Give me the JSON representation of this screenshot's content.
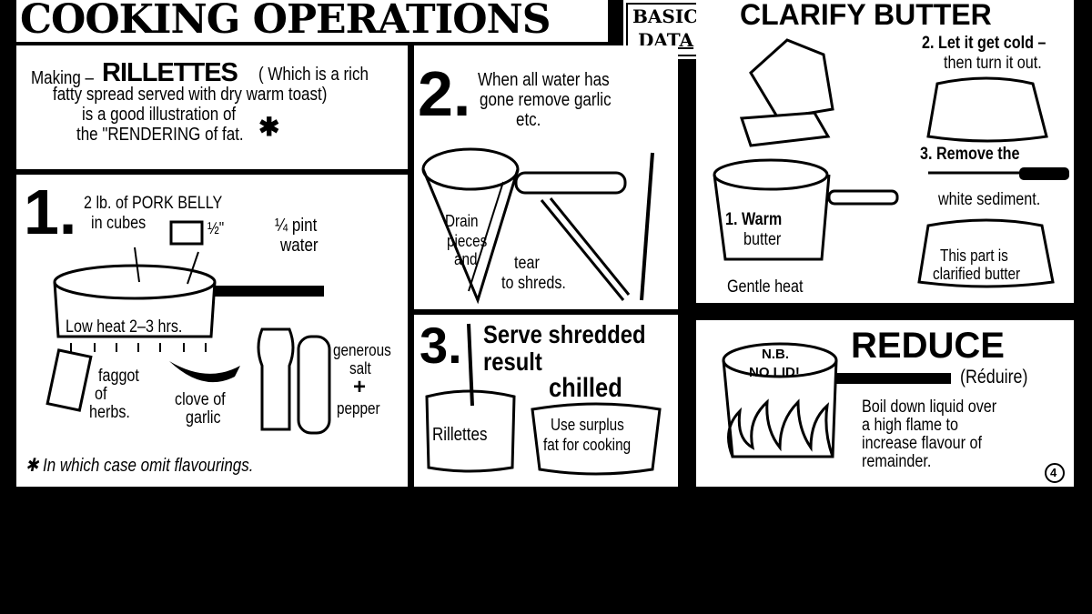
{
  "header": {
    "title": "COOKING OPERATIONS",
    "badge_line1": "BASIC",
    "badge_line2": "DATA"
  },
  "intro": {
    "making": "Making –",
    "rillettes": "RILLETTES",
    "line1_rest": "( Which is a rich",
    "line2": "fatty spread served with dry warm toast)",
    "line3": "is a good illustration of",
    "line4": "the \"RENDERING of fat.",
    "asterisk": "✱"
  },
  "step1": {
    "number": "1.",
    "pork": "2 lb. of PORK BELLY",
    "cubes": "in cubes",
    "size": "½\"",
    "water1": "¼ pint",
    "water2": "water",
    "heat": "Low heat 2–3 hrs.",
    "faggot1": "faggot",
    "faggot2": "of",
    "faggot3": "herbs.",
    "garlic1": "clove of",
    "garlic2": "garlic",
    "salt1": "generous",
    "salt2": "salt",
    "plus": "+",
    "salt3": "pepper",
    "footnote": "✱ In which case omit flavourings."
  },
  "step2": {
    "number": "2.",
    "line1": "When all water has",
    "line2": "gone remove garlic",
    "line3": "etc.",
    "drain1": "Drain",
    "drain2": "pieces",
    "drain3": "and",
    "tear1": "tear",
    "tear2": "to shreds."
  },
  "step3": {
    "number": "3.",
    "line1": "Serve shredded",
    "line2": "result",
    "line3": "chilled",
    "jar": "Rillettes",
    "dish1": "Use surplus",
    "dish2": "fat for cooking"
  },
  "clarify": {
    "title": "CLARIFY BUTTER",
    "s2a": "2. Let it get cold –",
    "s2b": "then turn it out.",
    "s3a": "3. Remove the",
    "s3b": "white sediment.",
    "part1": "This part is",
    "part2": "clarified butter",
    "s1a": "1. Warm",
    "s1b": "butter",
    "heat": "Gentle heat"
  },
  "reduce": {
    "nb1": "N.B.",
    "nb2": "NO LID!",
    "title": "REDUCE",
    "french": "(Réduire)",
    "l1": "Boil down liquid over",
    "l2": "a high flame to",
    "l3": "increase flavour of",
    "l4": "remainder.",
    "page": "4"
  }
}
